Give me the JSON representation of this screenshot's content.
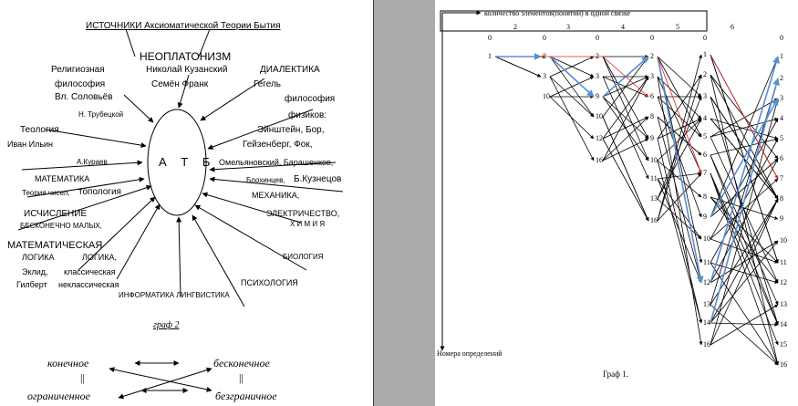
{
  "left": {
    "title": "ИСТОЧНИКИ Аксиоматической Теории Бытия",
    "center": "А Т Б",
    "labels": {
      "neoplatonism": "НЕОПЛАТОНИЗМ",
      "kuzansky": "Николай Кузанский",
      "frank": "Семён Франк",
      "dialectics": "ДИАЛЕКТИКА",
      "hegel": "Гегель",
      "religious": "Религиозная",
      "philosophy": "философия",
      "soloviev": "Вл. Соловьёв",
      "trubetskoy": "Н. Трубецкой",
      "theology": "Теология",
      "ilyin": "Иван Ильин",
      "physicists_philosophy": "философия",
      "physicists": "физиков:",
      "einstein_bohr": "Эйнштейн,     Бор,",
      "heisenberg_fock": "Гейзенберг,     Фок,",
      "omelyanovsky": "Омельяновский, Барашенков,",
      "blokhintsev": "Блохинцев,",
      "kuznetsov": "Б.Кузнецов",
      "kuraev": "А.Кураев",
      "mathematics": "МАТЕМАТИКА",
      "number_theory": "Теория чисел,",
      "topology": "топология",
      "mechanics": "МЕХАНИКА,",
      "calculus": "ИСЧИСЛЕНИЕ",
      "infinitesimals": "БЕСКОНЕЧНО МАЛЫХ,",
      "electricity": "ЭЛЕКТРИЧЕСТВО,",
      "chemistry": "Х И М И Я",
      "math_logic": "МАТЕМАТИЧЕСКАЯ",
      "logic": "ЛОГИКА",
      "logic2": "ЛОГИКА,",
      "euclid": "Эклид,",
      "classical": "классическая",
      "hilbert": "Гилберт",
      "nonclassical": "неклассическая",
      "biology": "БИОЛОГИЯ",
      "informatics": "ИНФОРМАТИКА  ЛИНГВИСТИКА",
      "psychology": "ПСИХОЛОГИЯ"
    },
    "caption": "граф 2",
    "bottom": {
      "finite": "конечное",
      "infinite": "бесконечное",
      "bounded": "ограниченное",
      "unbounded": "безграничное",
      "equiv": "||"
    }
  },
  "right": {
    "header": "количество  элементов(понятий)  в одной связке",
    "y_axis_label": "Номера  определений",
    "caption": "Граф 1.",
    "top_zeros": [
      "0",
      "0",
      "0",
      "0",
      "0",
      "0"
    ],
    "top_counts": [
      "2",
      "3",
      "4",
      "5",
      "6"
    ],
    "columns": [
      {
        "nodes": [
          "1"
        ]
      },
      {
        "nodes": [
          "2",
          "3",
          "10"
        ]
      },
      {
        "nodes": [
          "2",
          "3",
          "9",
          "10",
          "12",
          "16"
        ]
      },
      {
        "nodes": [
          "2",
          "3",
          "6",
          "8",
          "9",
          "10",
          "11",
          "13",
          "16"
        ]
      },
      {
        "nodes": [
          "1",
          "2",
          "3",
          "4",
          "5",
          "6",
          "7",
          "8",
          "9",
          "10",
          "11",
          "12",
          "13",
          "14",
          "16"
        ]
      },
      {
        "nodes": [
          "1",
          "2",
          "3",
          "4",
          "5",
          "6",
          "7",
          "8",
          "9",
          "10",
          "11",
          "12",
          "13",
          "14",
          "15",
          "16"
        ]
      }
    ],
    "colors": {
      "black": "#000000",
      "red": "#e02020",
      "blue": "#5a8fd0"
    }
  }
}
